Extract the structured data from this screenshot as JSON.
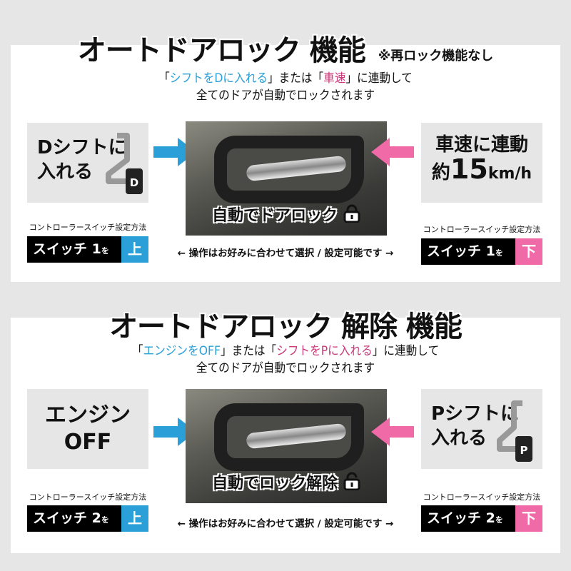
{
  "colors": {
    "blue": "#2a9fd8",
    "pink": "#f06aa8",
    "text_pink": "#c93a7a"
  },
  "sections": [
    {
      "title": "オートドアロック 機能",
      "note": "※再ロック機能なし",
      "sub1_open": "「",
      "sub1_a": "シフトをDに入れる",
      "sub1_mid": "」または「",
      "sub1_b": "車速",
      "sub1_end": "」に連動して",
      "sub2": "全てのドアが自動でロックされます",
      "left_box": {
        "line1": "Dシフトに",
        "line2": "入れる",
        "icon": "gear-shift-d-icon",
        "tag": "D"
      },
      "right_box": {
        "line1": "車速に連動",
        "line2_pre": "約",
        "line2_num": "15",
        "line2_unit": "km/h"
      },
      "photo_caption": "自動でドアロック",
      "lock_icon": "locked-padlock-icon",
      "method_label": "コントローラースイッチ設定方法",
      "left_switch": {
        "label": "スイッチ 1",
        "suffix": "を",
        "dir": "上"
      },
      "right_switch": {
        "label": "スイッチ 1",
        "suffix": "を",
        "dir": "下"
      },
      "operation": "← 操作はお好みに合わせて選択 / 設定可能です →"
    },
    {
      "title": "オートドアロック 解除 機能",
      "sub1_open": "「",
      "sub1_a": "エンジンをOFF",
      "sub1_mid": "」または「",
      "sub1_b": "シフトをPに入れる",
      "sub1_end": "」に連動して",
      "sub2": "全てのドアが自動でロックされます",
      "left_box": {
        "line1": "エンジン",
        "line2": "OFF"
      },
      "right_box": {
        "line1": "Pシフトに",
        "line2": "入れる",
        "icon": "gear-shift-p-icon",
        "tag": "P"
      },
      "photo_caption": "自動でロック解除",
      "lock_icon": "unlocked-padlock-icon",
      "method_label": "コントローラースイッチ設定方法",
      "left_switch": {
        "label": "スイッチ 2",
        "suffix": "を",
        "dir": "上"
      },
      "right_switch": {
        "label": "スイッチ 2",
        "suffix": "を",
        "dir": "下"
      },
      "operation": "← 操作はお好みに合わせて選択 / 設定可能です →"
    }
  ]
}
